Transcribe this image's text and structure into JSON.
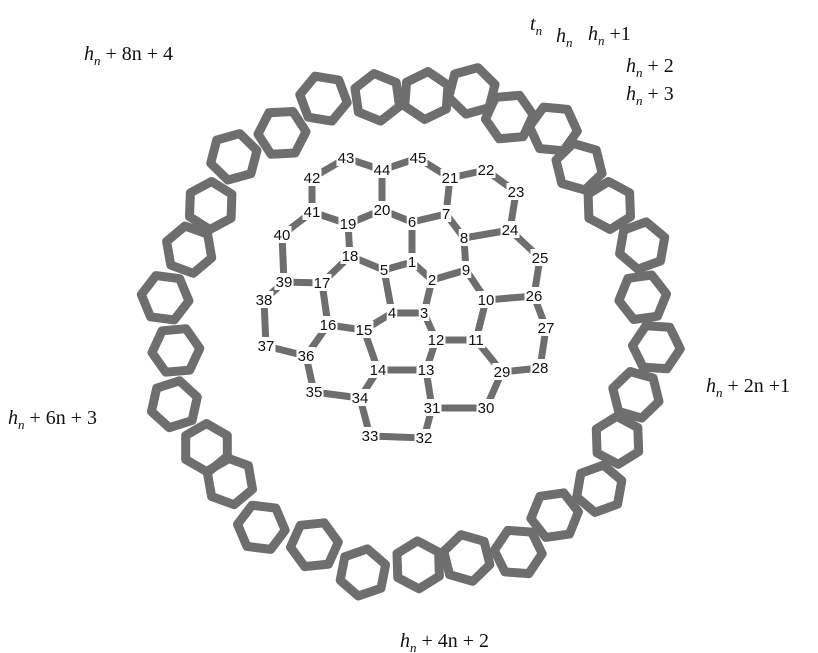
{
  "colors": {
    "bond": "#6e6e6e",
    "text": "#111111",
    "background": "#ffffff"
  },
  "core_vertex_labels": [
    "1",
    "2",
    "3",
    "4",
    "5",
    "6",
    "7",
    "8",
    "9",
    "10",
    "11",
    "12",
    "13",
    "14",
    "15",
    "16",
    "17",
    "18",
    "19",
    "20",
    "21",
    "22",
    "23",
    "24",
    "25",
    "26",
    "27",
    "28",
    "29",
    "30",
    "31",
    "32",
    "33",
    "34",
    "35",
    "36",
    "37",
    "38",
    "39",
    "40",
    "41",
    "42",
    "43",
    "44",
    "45"
  ],
  "ring_labels": [
    {
      "base": "t",
      "sub": "n",
      "rest": ""
    },
    {
      "base": "h",
      "sub": "n",
      "rest": ""
    },
    {
      "base": "h",
      "sub": "n",
      "rest": " +1"
    },
    {
      "base": "h",
      "sub": "n",
      "rest": " + 2"
    },
    {
      "base": "h",
      "sub": "n",
      "rest": " + 3"
    },
    {
      "base": "h",
      "sub": "n",
      "rest": " + 2n +1"
    },
    {
      "base": "h",
      "sub": "n",
      "rest": " + 4n + 2"
    },
    {
      "base": "h",
      "sub": "n",
      "rest": " + 6n + 3"
    },
    {
      "base": "h",
      "sub": "n",
      "rest": " + 8n + 4"
    }
  ]
}
